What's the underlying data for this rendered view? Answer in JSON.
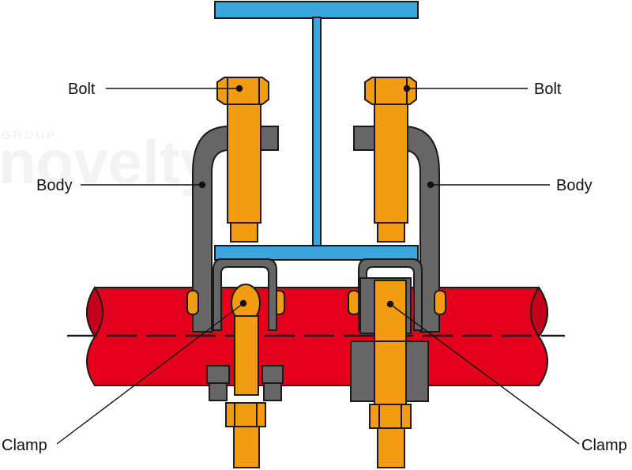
{
  "labels": {
    "bolt_left": "Bolt",
    "bolt_right": "Bolt",
    "body_left": "Body",
    "body_right": "Body",
    "clamp_left": "Clamp",
    "clamp_right": "Clamp"
  },
  "watermark": {
    "group": "GROUP",
    "brand": "novelty"
  },
  "colors": {
    "beam": "#3aa6dd",
    "pipe": "#e2001a",
    "bolt": "#f39c12",
    "body": "#6b6b6b",
    "outline": "#1a1a1a"
  }
}
